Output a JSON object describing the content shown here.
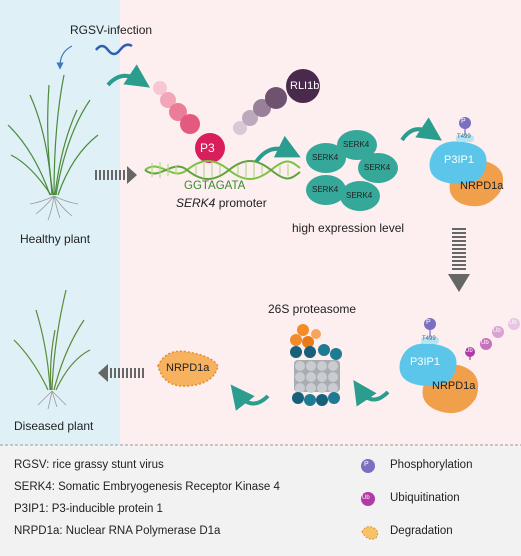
{
  "diagram": {
    "infection_label": "RGSV-infection",
    "healthy_label": "Healthy plant",
    "diseased_label": "Diseased plant",
    "p3_label": "P3",
    "rli1b_label": "RLI1b",
    "motif_label": "GGTAGATA",
    "promoter_gene": "SERK4",
    "promoter_suffix": " promoter",
    "serk4_label": "SERK4",
    "high_expression_label": "high expression level",
    "p3ip1_label": "P3IP1",
    "nrpd1a_label": "NRPD1a",
    "t499_label": "T499",
    "p_badge": "P",
    "ub_badge": "Ub",
    "proteasome_label": "26S proteasome"
  },
  "legend": {
    "definitions": [
      "RGSV: rice grassy stunt virus",
      "SERK4: Somatic Embryogenesis Receptor Kinase 4",
      "P3IP1: P3-inducible protein 1",
      "NRPD1a: Nuclear RNA Polymerase D1a"
    ],
    "symbols": [
      {
        "icon": "phosphorylation-icon",
        "text": "Phosphorylation",
        "badge": "P"
      },
      {
        "icon": "ubiquitination-icon",
        "text": "Ubiquitination",
        "badge": "Ub"
      },
      {
        "icon": "degradation-icon",
        "text": "Degradation"
      }
    ]
  },
  "colors": {
    "left_panel": "#dff1f6",
    "right_panel": "#fdeef0",
    "legend_bg": "#f2f2f2",
    "teal": "#2a9d8f",
    "serk4": "#35a89a",
    "p3": "#d81e5b",
    "p3ip1": "#5cc6ea",
    "nrpd1a": "#f0a04b",
    "phospho": "#7b6fc2",
    "ub": "#b23aa6"
  }
}
